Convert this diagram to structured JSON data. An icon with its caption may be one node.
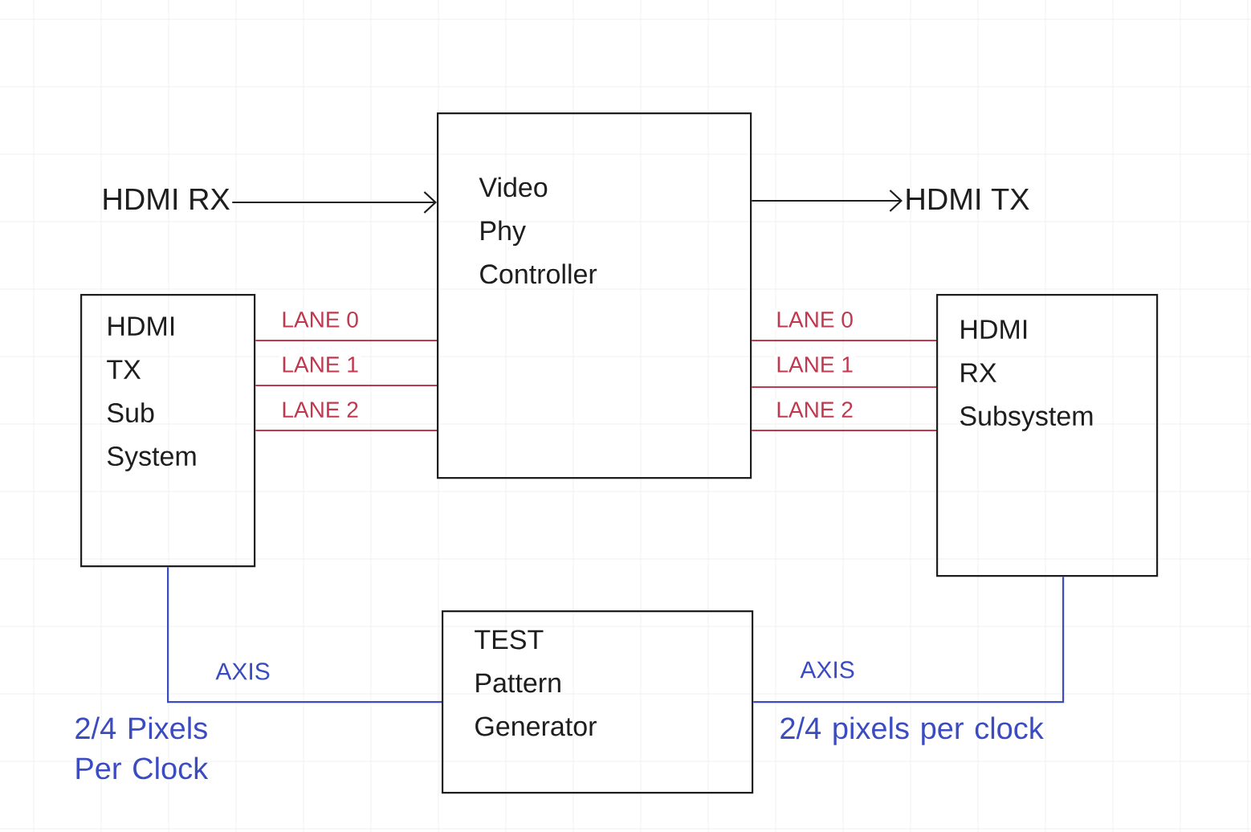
{
  "diagram": {
    "nodes": [
      {
        "text": [
          "HDMI RX"
        ]
      },
      {
        "text": [
          "Video Phy Controller"
        ]
      },
      {
        "text": [
          "HDMI TX"
        ]
      },
      {
        "text": [
          "HDMI TX Sub System"
        ]
      },
      {
        "text": [
          "HDMI RX Subsystem"
        ]
      },
      {
        "text": [
          "TEST Pattern Generator"
        ]
      }
    ],
    "edges": [
      {
        "from": 0,
        "to": 1,
        "arrow": "to",
        "color": "#1e1e1e"
      },
      {
        "from": 1,
        "to": 2,
        "arrow": "to",
        "color": "#1e1e1e"
      },
      {
        "from": 3,
        "to": 1,
        "arrow": "none",
        "label": "LANE 0",
        "color": "#c0394f"
      },
      {
        "from": 3,
        "to": 1,
        "arrow": "none",
        "label": "LANE 1",
        "color": "#c0394f"
      },
      {
        "from": 3,
        "to": 1,
        "arrow": "none",
        "label": "LANE 2",
        "color": "#c0394f"
      },
      {
        "from": 1,
        "to": 4,
        "arrow": "none",
        "label": "LANE 0",
        "color": "#c0394f"
      },
      {
        "from": 1,
        "to": 4,
        "arrow": "none",
        "label": "LANE 1",
        "color": "#c0394f"
      },
      {
        "from": 1,
        "to": 4,
        "arrow": "none",
        "label": "LANE 2",
        "color": "#c0394f"
      },
      {
        "from": 3,
        "to": 5,
        "arrow": "none",
        "label": "AXIS",
        "color": "#3b4cc0"
      },
      {
        "from": 5,
        "to": 4,
        "arrow": "none",
        "label": "AXIS",
        "color": "#3b4cc0"
      }
    ],
    "labels": [
      "2/4 Pixels Per Clock",
      "2/4 pixels per clock"
    ]
  }
}
